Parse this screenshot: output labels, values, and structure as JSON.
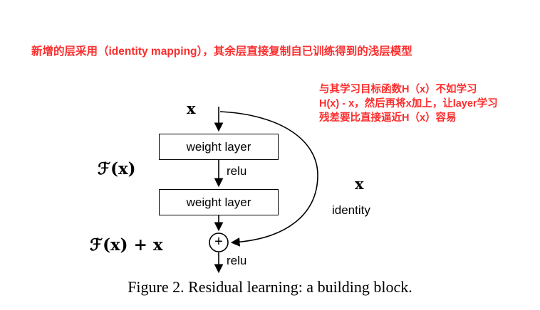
{
  "page": {
    "background": "#ffffff"
  },
  "annotations": {
    "accent_color": "#fb2d2d",
    "top_note": "新增的层采用（identity mapping），其余层直接复制自已训练得到的浅层模型",
    "side_note_lines": [
      "与其学习目标函数H（x）不如学习",
      "H(x) - x，然后再将x加上，让layer学习",
      "残差要比直接逼近H（x）容易"
    ]
  },
  "diagram": {
    "input_label": "x",
    "weight_layer_1": "weight layer",
    "relu_mid": "relu",
    "weight_layer_2": "weight layer",
    "function_label": "ℱ(x)",
    "sum_label": "ℱ(x) + x",
    "plus_symbol": "+",
    "skip_x_label": "x",
    "skip_identity_label": "identity",
    "relu_out": "relu"
  },
  "caption": "Figure 2. Residual learning: a building block."
}
